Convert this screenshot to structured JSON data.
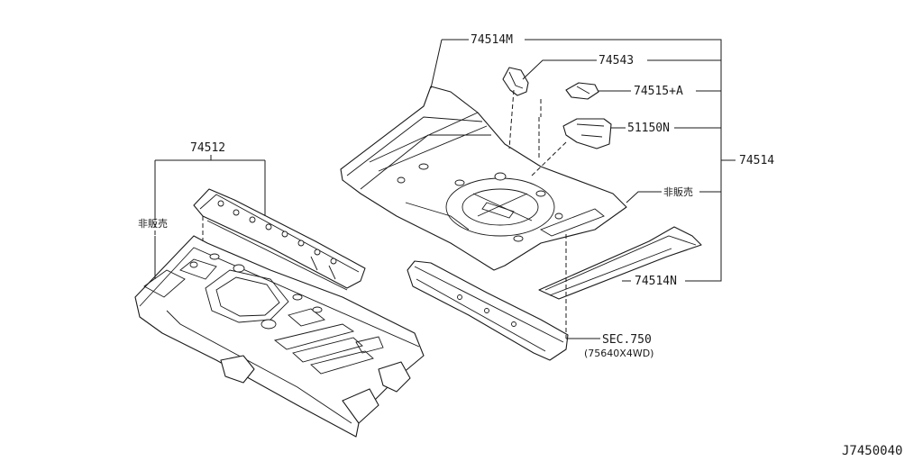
{
  "parts": {
    "p74512": "74512",
    "p74514M": "74514M",
    "p74543": "74543",
    "p74515A": "74515+A",
    "p51150N": "51150N",
    "p74514": "74514",
    "not_sold_right": "非販売",
    "not_sold_left": "非販売",
    "p74514N": "74514N",
    "sec": "SEC.750",
    "sec_ref": "(75640X4WD)"
  },
  "diagram_code": "J7450040"
}
